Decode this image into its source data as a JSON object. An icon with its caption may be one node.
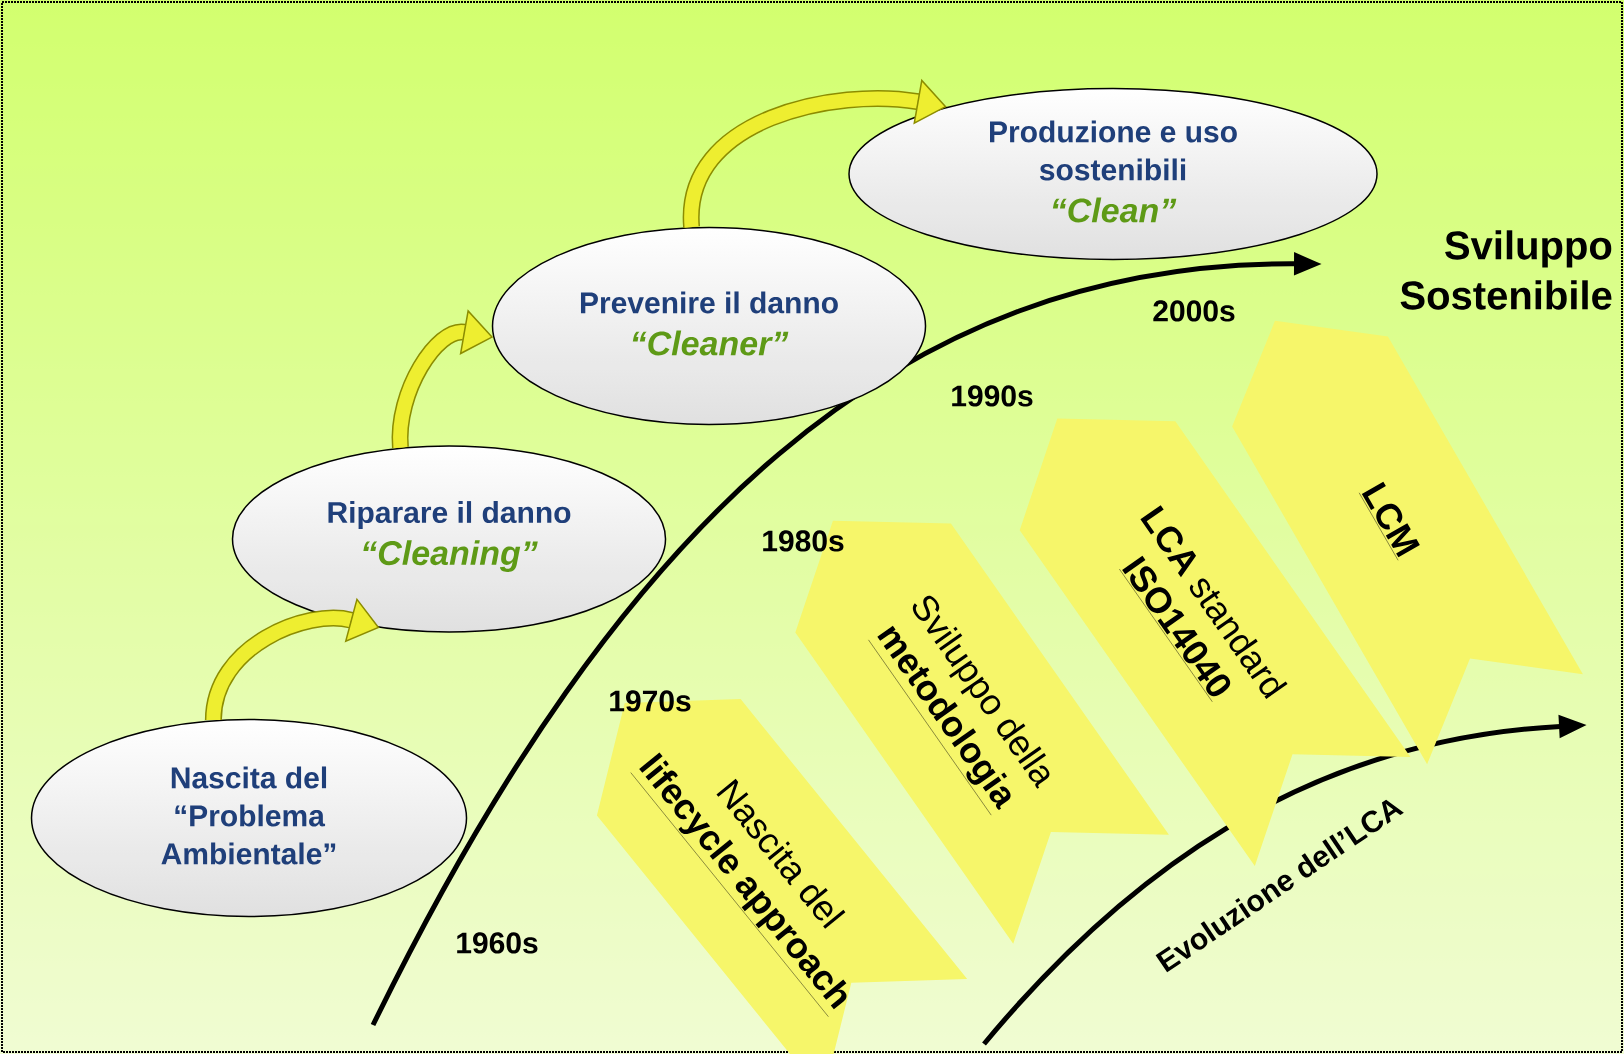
{
  "diagram": {
    "nodes": [
      {
        "text": [
          "Nascita del “Problema Ambientale”"
        ]
      },
      {
        "text": [
          "Riparare il danno",
          "“Cleaning”"
        ]
      },
      {
        "text": [
          "Prevenire il danno",
          "“Cleaner”"
        ]
      },
      {
        "text": [
          "Produzione e uso sostenibili",
          "“Clean”"
        ]
      },
      {
        "text": [
          "Nascita del",
          "lifecycle approach"
        ]
      },
      {
        "text": [
          "Sviluppo della",
          "metodologia"
        ]
      },
      {
        "text": [
          "**LCA** standard",
          "ISO14040"
        ]
      },
      {
        "text": [
          "LCM"
        ]
      }
    ],
    "edges": [
      {
        "from": 0,
        "to": 1,
        "arrow": "to"
      },
      {
        "from": 1,
        "to": 2,
        "arrow": "to"
      },
      {
        "from": 2,
        "to": 3,
        "arrow": "to"
      }
    ],
    "labels": [
      "Sviluppo Sostenibile",
      "2000s",
      "1990s",
      "1980s",
      "1970s",
      "Evoluzione dell’LCA",
      "1960s"
    ]
  }
}
